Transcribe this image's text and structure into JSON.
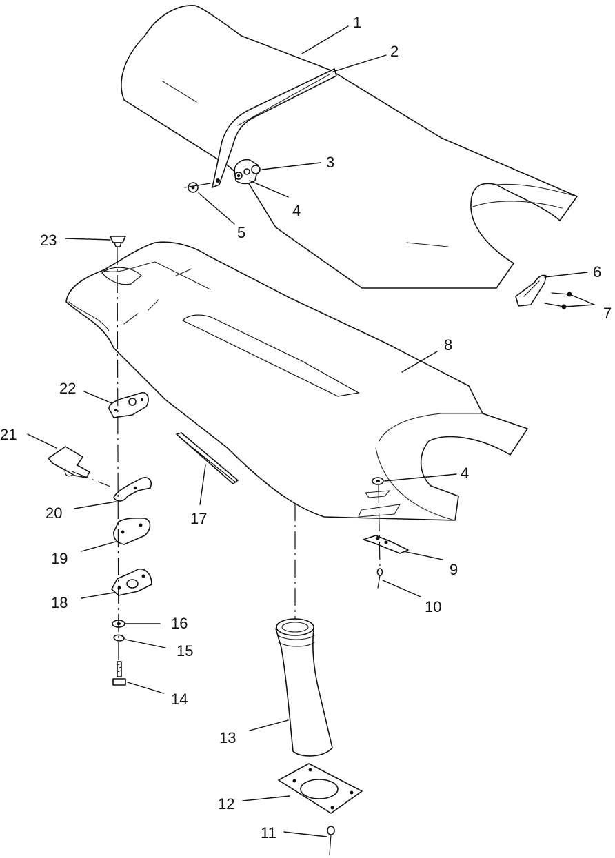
{
  "callouts": [
    {
      "id": "c1",
      "label": "1"
    },
    {
      "id": "c2",
      "label": "2"
    },
    {
      "id": "c3",
      "label": "3"
    },
    {
      "id": "c4a",
      "label": "4"
    },
    {
      "id": "c5",
      "label": "5"
    },
    {
      "id": "c23",
      "label": "23"
    },
    {
      "id": "c6",
      "label": "6"
    },
    {
      "id": "c7",
      "label": "7"
    },
    {
      "id": "c8",
      "label": "8"
    },
    {
      "id": "c22",
      "label": "22"
    },
    {
      "id": "c21",
      "label": "21"
    },
    {
      "id": "c4b",
      "label": "4"
    },
    {
      "id": "c20",
      "label": "20"
    },
    {
      "id": "c17",
      "label": "17"
    },
    {
      "id": "c19",
      "label": "19"
    },
    {
      "id": "c9",
      "label": "9"
    },
    {
      "id": "c18",
      "label": "18"
    },
    {
      "id": "c10",
      "label": "10"
    },
    {
      "id": "c16",
      "label": "16"
    },
    {
      "id": "c15",
      "label": "15"
    },
    {
      "id": "c14",
      "label": "14"
    },
    {
      "id": "c13",
      "label": "13"
    },
    {
      "id": "c12",
      "label": "12"
    },
    {
      "id": "c11",
      "label": "11"
    }
  ]
}
